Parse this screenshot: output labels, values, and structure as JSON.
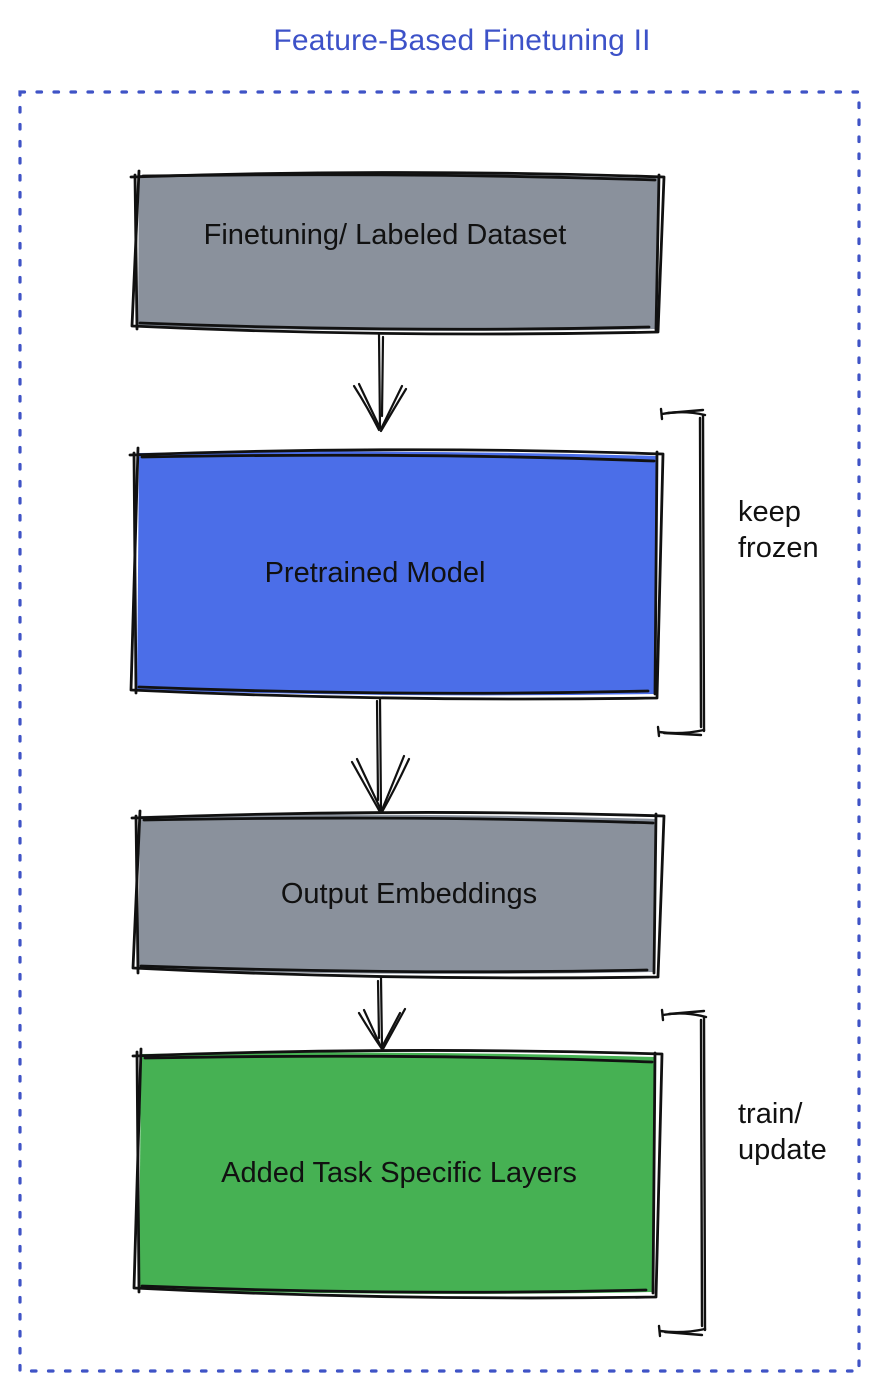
{
  "title": "Feature-Based Finetuning II",
  "colors": {
    "title_blue": "#3D52C8",
    "border_blue": "#3F53C6",
    "box_gray": "#8A919C",
    "box_blue": "#4B6EE8",
    "box_green": "#46B153",
    "ink": "#111111"
  },
  "nodes": [
    {
      "id": "finetuning-dataset",
      "label": "Finetuning/ Labeled Dataset",
      "fill_color": "#8A919C"
    },
    {
      "id": "pretrained-model",
      "label": "Pretrained Model",
      "fill_color": "#4B6EE8"
    },
    {
      "id": "output-embeddings",
      "label": "Output Embeddings",
      "fill_color": "#8A919C"
    },
    {
      "id": "added-task-layers",
      "label": "Added Task Specific Layers",
      "fill_color": "#46B153"
    }
  ],
  "annotations": [
    {
      "id": "keep-frozen",
      "text": "keep\nfrozen"
    },
    {
      "id": "train-update",
      "text": "train/\nupdate"
    }
  ],
  "edges": [
    {
      "from": "Finetuning/ Labeled Dataset",
      "to": "Pretrained Model"
    },
    {
      "from": "Pretrained Model",
      "to": "Output Embeddings"
    },
    {
      "from": "Output Embeddings",
      "to": "Added Task Specific Layers"
    }
  ]
}
